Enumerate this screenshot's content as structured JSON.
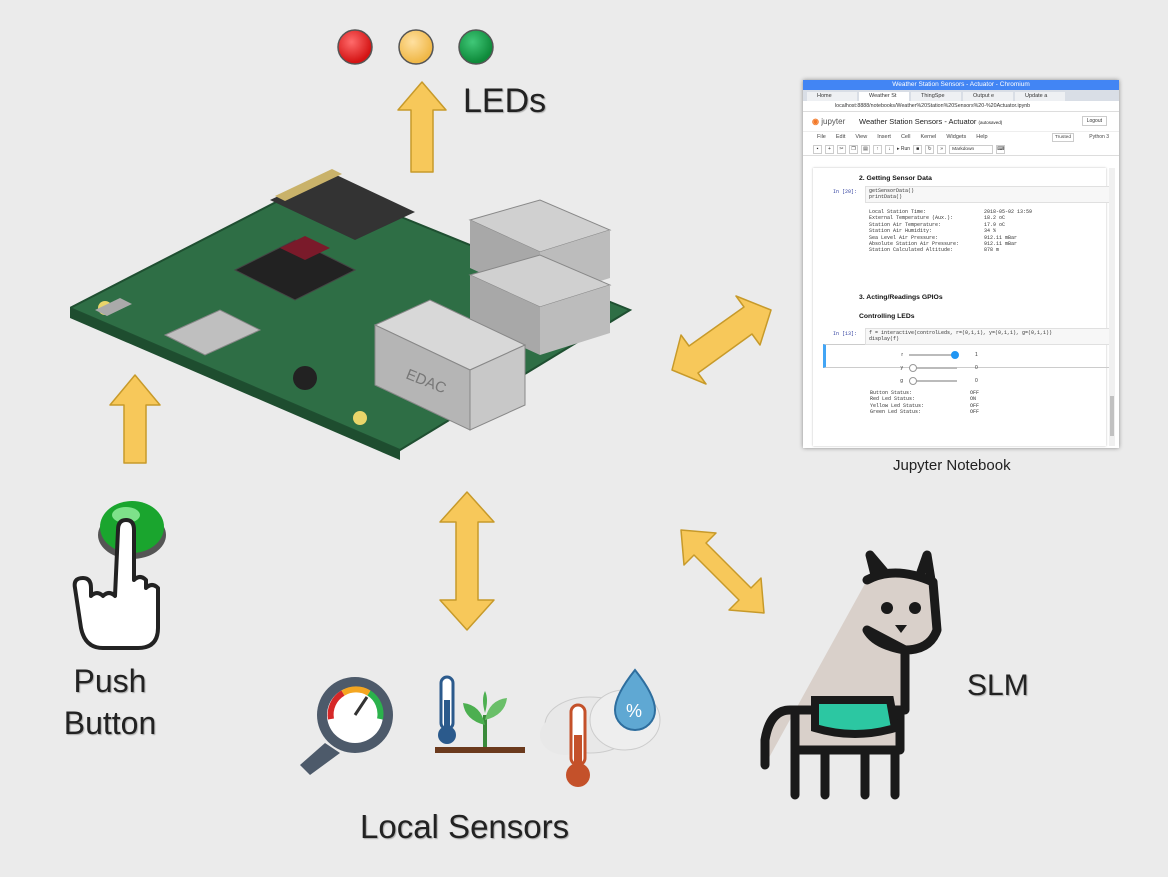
{
  "labels": {
    "leds": "LEDs",
    "push_button_line1": "Push",
    "push_button_line2": "Button",
    "local_sensors": "Local Sensors",
    "slm": "SLM",
    "jupyter_caption": "Jupyter Notebook"
  },
  "board": {
    "ethernet_text": "EDAC"
  },
  "sensor_icons": [
    "gauge-icon",
    "thermometer-plant-icon",
    "cloud-thermometer-humidity-icon"
  ],
  "led_colors": [
    "#e01d1d",
    "#f7c85a",
    "#14a046"
  ],
  "colors": {
    "arrow_fill": "#f7c85a",
    "arrow_stroke": "#c79a2a",
    "llama_saddle": "#2cc7a2",
    "background": "#ebebeb"
  },
  "jupyter": {
    "window_title": "Weather Station Sensors - Actuator - Chromium",
    "tabs": [
      "Home",
      "Weather St",
      "ThingSpe",
      "Output e",
      "Update a"
    ],
    "address": "localhost:8888/notebooks/Weather%20Station%20Sensors%20-%20Actuator.ipynb",
    "logo_text": "jupyter",
    "notebook_title": "Weather Station Sensors - Actuator",
    "autosave_label": "(autosaved)",
    "logout_label": "Logout",
    "menu": [
      "File",
      "Edit",
      "View",
      "Insert",
      "Cell",
      "Kernel",
      "Widgets",
      "Help"
    ],
    "trusted_label": "Trusted",
    "kernel_label": "Python 3",
    "run_label": "Run",
    "cell_type": "Markdown",
    "section2_heading": "2. Getting Sensor Data",
    "cell1_prompt": "In [20]:",
    "cell1_code_line1": "getSensorData()",
    "cell1_code_line2": "printData()",
    "sensor_output": [
      {
        "key": "Local Station Time:",
        "value": "2018-05-02 13:59"
      },
      {
        "key": "External Temperature (Aux.):",
        "value": "18.2 oC"
      },
      {
        "key": "Station Air Temperature:",
        "value": "17.9 oC"
      },
      {
        "key": "Station Air Humidity:",
        "value": "34 %"
      },
      {
        "key": "Sea Level Air Pressure:",
        "value": "912.11 mBar"
      },
      {
        "key": "Absolute Station Air Pressure:",
        "value": "912.11 mBar"
      },
      {
        "key": "Station Calculated Altitude:",
        "value": "878 m"
      }
    ],
    "section3_heading": "3. Acting/Readings GPIOs",
    "subheading": "Controlling LEDs",
    "cell2_prompt": "In [13]:",
    "cell2_code_line1": "f = interactive(controlLeds, r=(0,1,1), y=(0,1,1), g=(0,1,1))",
    "cell2_code_line2": "display(f)",
    "sliders": [
      {
        "name": "r",
        "value": "1",
        "level": 1
      },
      {
        "name": "y",
        "value": "0",
        "level": 0
      },
      {
        "name": "g",
        "value": "0",
        "level": 0
      }
    ],
    "status_output": [
      {
        "key": "Button Status:",
        "value": "OFF"
      },
      {
        "key": "Red Led Status:",
        "value": "ON"
      },
      {
        "key": "Yellow Led Status:",
        "value": "OFF"
      },
      {
        "key": "Green Led Status:",
        "value": "OFF"
      }
    ]
  }
}
